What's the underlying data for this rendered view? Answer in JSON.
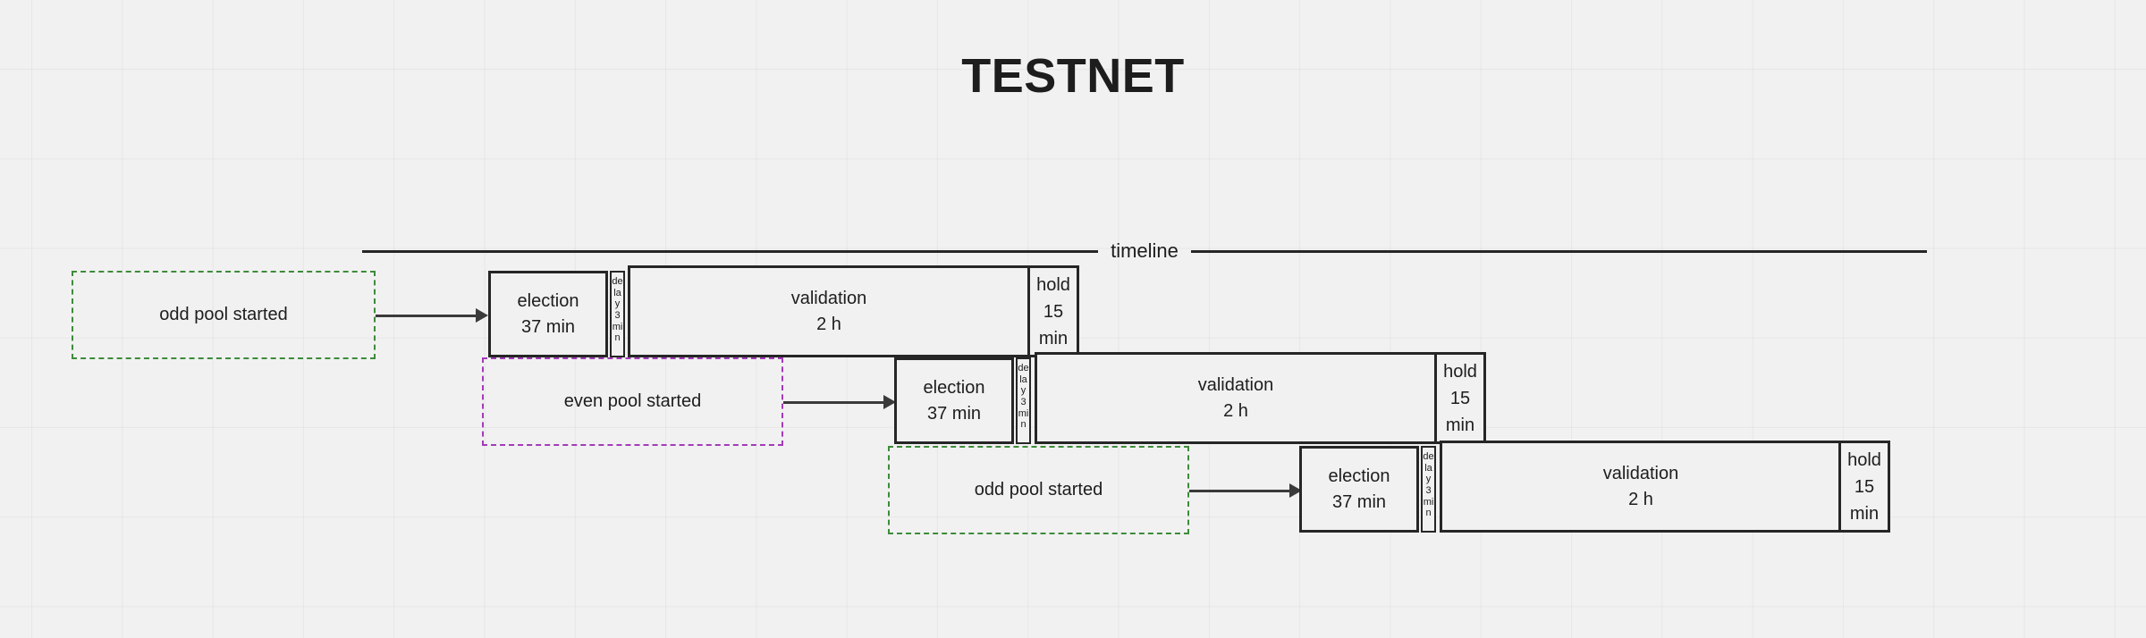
{
  "page": {
    "title": "TESTNET",
    "background_color": "#f1f1f1"
  },
  "timeline": {
    "label": "timeline",
    "line_color": "#262626"
  },
  "colors": {
    "box_border": "#262626",
    "text": "#1d1d1d",
    "trigger_odd": "#3d8b3a",
    "trigger_even": "#a23bb8",
    "arrow": "#3a3a3a"
  },
  "rows": [
    {
      "id": "row-1",
      "trigger": {
        "label": "odd pool started",
        "style": "green-dashed"
      },
      "phases": [
        {
          "name": "election",
          "line1": "election",
          "line2": "37 min",
          "line3": ""
        },
        {
          "name": "delay",
          "line1": "delay 3 min",
          "line2": "",
          "line3": ""
        },
        {
          "name": "validation",
          "line1": "validation",
          "line2": "2 h",
          "line3": ""
        },
        {
          "name": "hold",
          "line1": "hold",
          "line2": "15",
          "line3": "min"
        }
      ]
    },
    {
      "id": "row-2",
      "trigger": {
        "label": "even pool started",
        "style": "purple-dashed"
      },
      "phases": [
        {
          "name": "election",
          "line1": "election",
          "line2": "37 min",
          "line3": ""
        },
        {
          "name": "delay",
          "line1": "delay 3 min",
          "line2": "",
          "line3": ""
        },
        {
          "name": "validation",
          "line1": "validation",
          "line2": "2 h",
          "line3": ""
        },
        {
          "name": "hold",
          "line1": "hold",
          "line2": "15",
          "line3": "min"
        }
      ]
    },
    {
      "id": "row-3",
      "trigger": {
        "label": "odd pool started",
        "style": "green-dashed"
      },
      "phases": [
        {
          "name": "election",
          "line1": "election",
          "line2": "37 min",
          "line3": ""
        },
        {
          "name": "delay",
          "line1": "delay 3 min",
          "line2": "",
          "line3": ""
        },
        {
          "name": "validation",
          "line1": "validation",
          "line2": "2 h",
          "line3": ""
        },
        {
          "name": "hold",
          "line1": "hold",
          "line2": "15",
          "line3": "min"
        }
      ]
    }
  ]
}
